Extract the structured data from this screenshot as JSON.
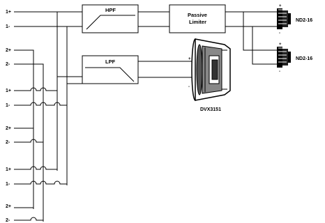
{
  "terminals": {
    "in1_pos": "1+",
    "in1_neg": "1-",
    "in2_pos": "2+",
    "in2_neg": "2-",
    "in3_pos": "1+",
    "in3_neg": "1-",
    "in4_pos": "2+",
    "in4_neg": "2-",
    "in5_pos": "1+",
    "in5_neg": "1-",
    "in6_pos": "2+",
    "in6_neg": "2-"
  },
  "blocks": {
    "hpf": "HPF",
    "lpf": "LPF",
    "limiter_line1": "Passive",
    "limiter_line2": "Limiter"
  },
  "speakers": {
    "driver_top": "ND2-16",
    "driver_bottom": "ND2-16",
    "woofer": "DVX3151",
    "plus": "+",
    "minus": "-"
  }
}
